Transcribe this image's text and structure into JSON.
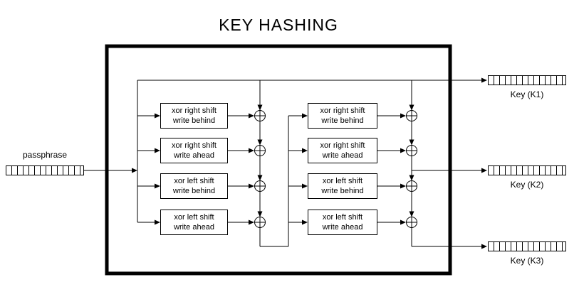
{
  "title": "KEY HASHING",
  "input": {
    "label": "passphrase"
  },
  "outputs": [
    {
      "label": "Key (K1)"
    },
    {
      "label": "Key (K2)"
    },
    {
      "label": "Key (K3)"
    }
  ],
  "stages": [
    {
      "ops": [
        {
          "l1": "xor right shift",
          "l2": "write behind"
        },
        {
          "l1": "xor right shift",
          "l2": "write ahead"
        },
        {
          "l1": "xor left shift",
          "l2": "write behind"
        },
        {
          "l1": "xor left shift",
          "l2": "write ahead"
        }
      ]
    },
    {
      "ops": [
        {
          "l1": "xor right shift",
          "l2": "write behind"
        },
        {
          "l1": "xor right shift",
          "l2": "write ahead"
        },
        {
          "l1": "xor left shift",
          "l2": "write behind"
        },
        {
          "l1": "xor left shift",
          "l2": "write ahead"
        }
      ]
    }
  ],
  "colors": {
    "line": "#000000",
    "background": "#ffffff"
  }
}
